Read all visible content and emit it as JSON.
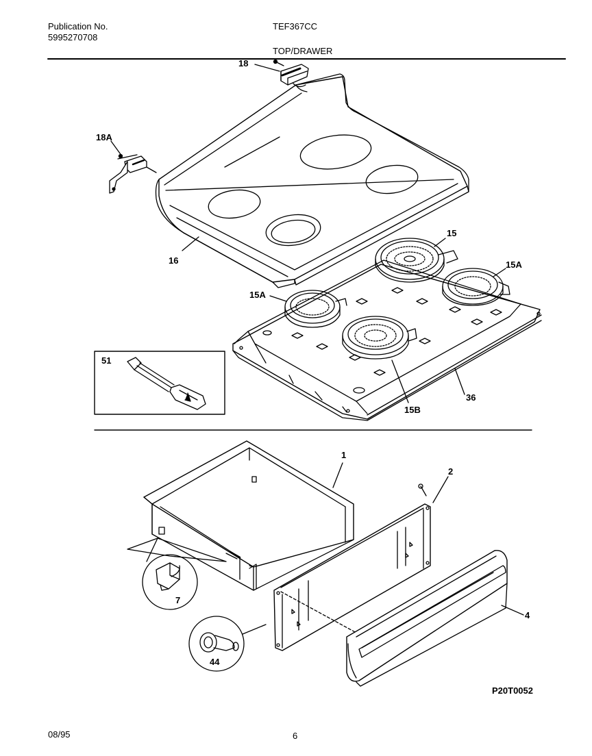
{
  "header": {
    "publication_label": "Publication No.",
    "publication_number": "5995270708",
    "model": "TEF367CC",
    "section_title": "TOP/DRAWER"
  },
  "callouts": {
    "c18": "18",
    "c18A": "18A",
    "c16": "16",
    "c15": "15",
    "c15A_right": "15A",
    "c15A_left": "15A",
    "c51": "51",
    "c36": "36",
    "c15B": "15B",
    "c1": "1",
    "c2": "2",
    "c7": "7",
    "c44": "44",
    "c4": "4"
  },
  "drawing_code": "P20T0052",
  "footer": {
    "date": "08/95",
    "page": "6"
  }
}
